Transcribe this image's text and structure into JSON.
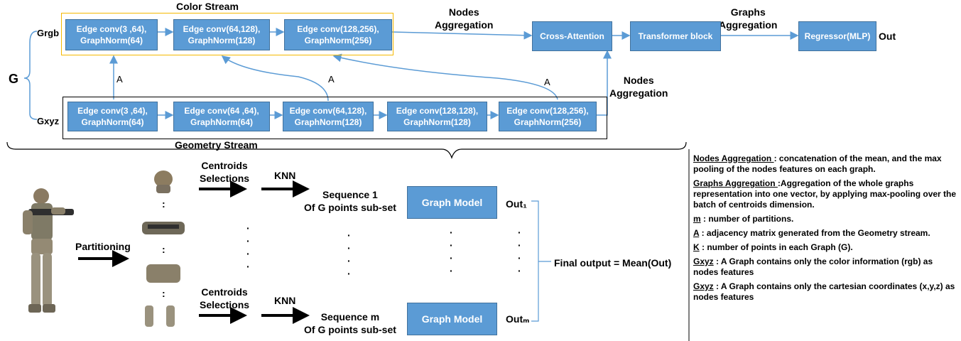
{
  "top": {
    "color_stream_label": "Color Stream",
    "geometry_stream_label": "Geometry Stream",
    "g_label": "G",
    "grgb_label": "Grgb",
    "gxyz_label": "Gxyz",
    "a_label": "A",
    "nodes_aggregation_label": "Nodes\nAggregation",
    "graphs_aggregation_label": "Graphs\nAggregation",
    "out_label": "Out",
    "color_boxes": [
      "Edge conv(3 ,64),\nGraphNorm(64)",
      "Edge conv(64,128),\nGraphNorm(128)",
      "Edge conv(128,256),\nGraphNorm(256)"
    ],
    "geometry_boxes": [
      "Edge conv(3 ,64),\nGraphNorm(64)",
      "Edge conv(64 ,64),\nGraphNorm(64)",
      "Edge conv(64,128),\nGraphNorm(128)",
      "Edge conv(128,128),\nGraphNorm(128)",
      "Edge conv(128,256),\nGraphNorm(256)"
    ],
    "cross_attention": "Cross-Attention",
    "transformer_block": "Transformer block",
    "regressor": "Regressor(MLP)"
  },
  "bottom": {
    "partitioning_label": "Partitioning",
    "centroids_label": "Centroids\nSelections",
    "knn_label": "KNN",
    "sequence_1": "Sequence 1\nOf G points sub-set",
    "sequence_m": "Sequence m\nOf G points sub-set",
    "graph_model": "Graph Model",
    "out_1": "Out₁",
    "out_m": "Outₘ",
    "final_output": "Final output  = Mean(Out)",
    "colon": ":"
  },
  "legend": [
    {
      "term": "Nodes Aggregation ",
      "desc": ": concatenation of the mean, and the max pooling of the nodes  features on each graph."
    },
    {
      "term": "Graphs Aggregation ",
      "desc": ":Aggregation of the whole graphs representation into one vector, by applying max-pooling over the batch of centroids dimension."
    },
    {
      "term": "m",
      "desc": " : number of partitions."
    },
    {
      "term": "A",
      "desc": " : adjacency matrix generated from the Geometry stream."
    },
    {
      "term": "K",
      "desc": " : number of points in each Graph (G)."
    },
    {
      "term": "Gxyz",
      "desc": " : A Graph contains only the color information  (rgb) as nodes features"
    },
    {
      "term": "Gxyz",
      "desc": " : A Graph contains only the cartesian coordinates (x,y,z) as nodes features"
    }
  ],
  "colors": {
    "box_fill": "#5b9bd5",
    "color_stream_border": "#f5b800",
    "arrow": "#5b9bd5"
  }
}
